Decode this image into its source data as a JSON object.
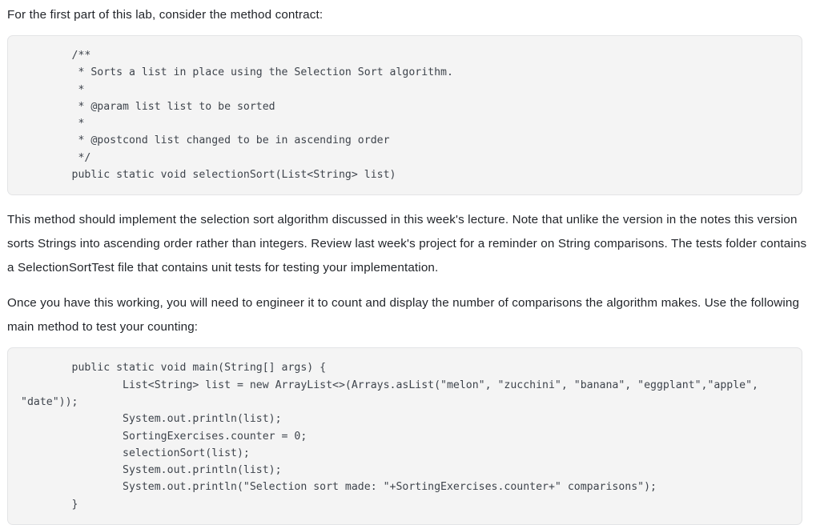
{
  "document": {
    "intro_paragraph": "For the first part of this lab, consider the method contract:",
    "contract_code": "        /**\n         * Sorts a list in place using the Selection Sort algorithm.\n         *\n         * @param list list to be sorted\n         *\n         * @postcond list changed to be in ascending order\n         */\n        public static void selectionSort(List<String> list)",
    "description_paragraph": "This method should implement the selection sort algorithm discussed in this week's lecture.  Note that unlike the version in the notes this version sorts Strings into ascending order rather than integers.  Review last week's project for a reminder on String comparisons.  The tests folder contains a SelectionSortTest file that contains unit tests for testing your implementation.",
    "instruction_paragraph": "Once you have this working, you will need to engineer it to count and display the number of comparisons the algorithm makes.  Use the following main method to test your counting:",
    "main_method_code": "        public static void main(String[] args) {\n                List<String> list = new ArrayList<>(Arrays.asList(\"melon\", \"zucchini\", \"banana\", \"eggplant\",\"apple\", \"date\"));\n                System.out.println(list);\n                SortingExercises.counter = 0;\n                selectionSort(list);\n                System.out.println(list);\n                System.out.println(\"Selection sort made: \"+SortingExercises.counter+\" comparisons\");\n        }"
  },
  "colors": {
    "code_background": "#f4f4f4",
    "code_border": "#e3e4e6",
    "code_text": "#3e444c",
    "body_text": "#22252a",
    "page_background": "#ffffff"
  }
}
